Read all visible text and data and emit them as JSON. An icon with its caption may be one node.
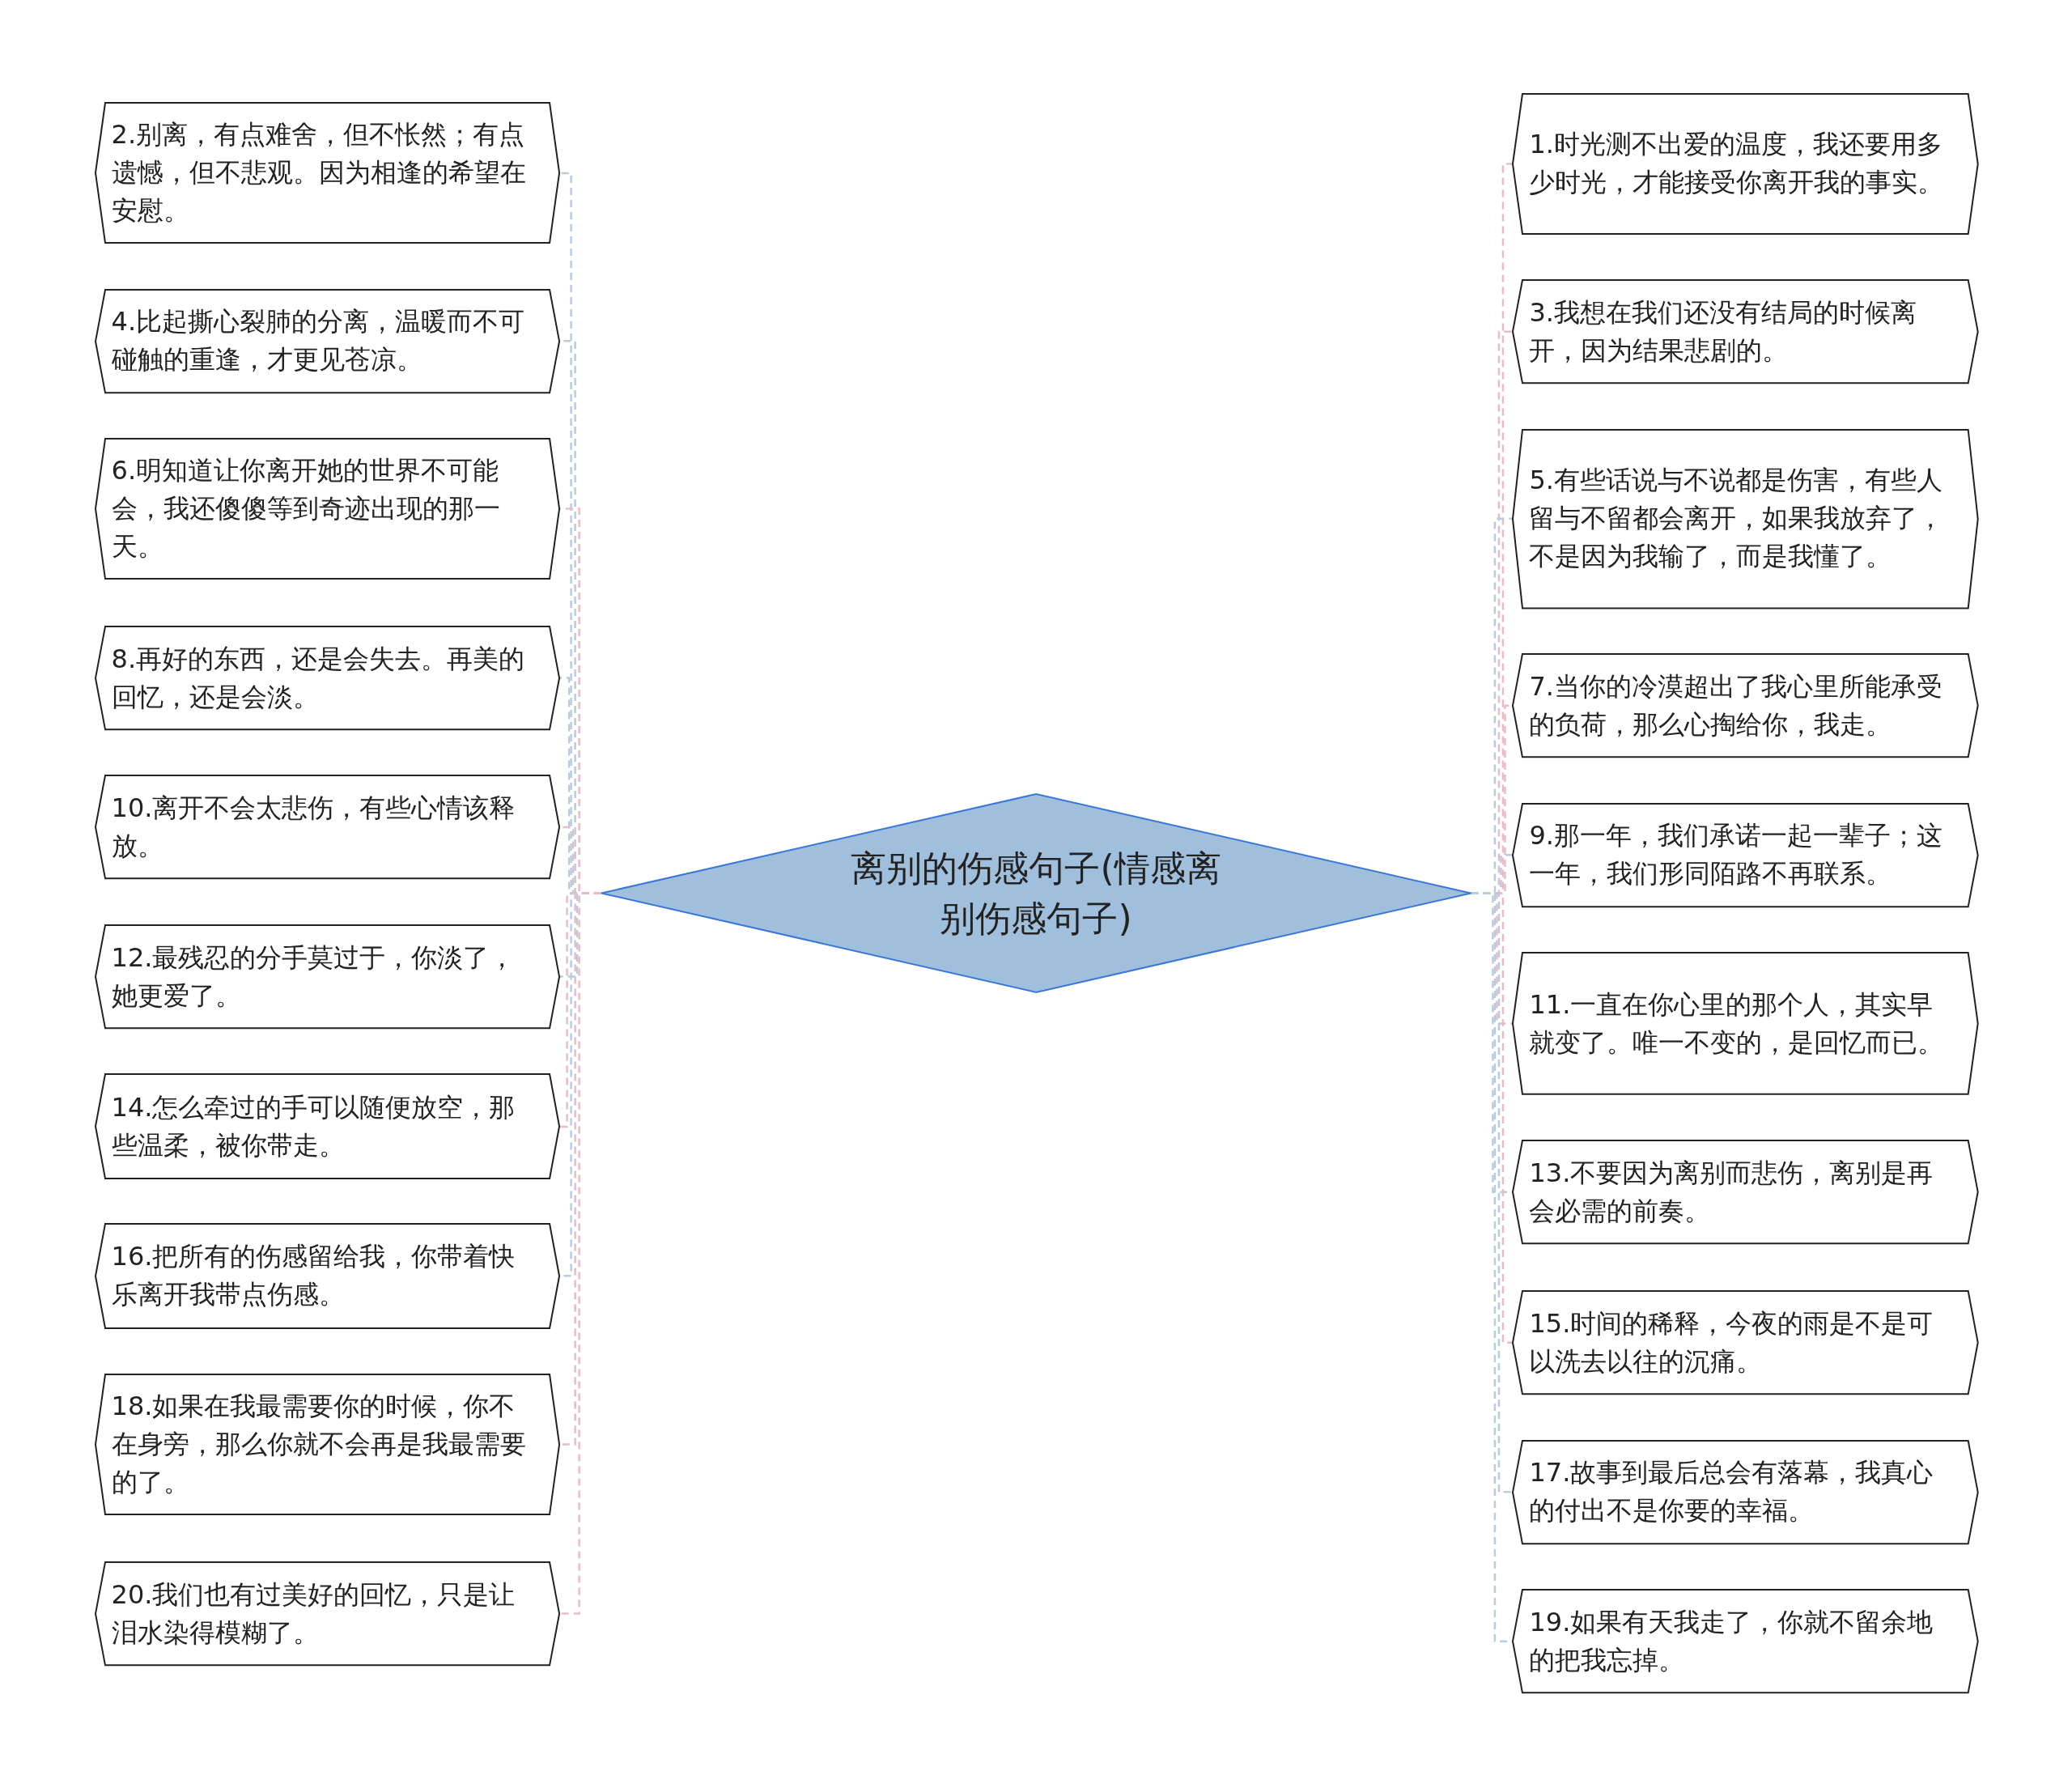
{
  "diagram": {
    "nodes": [
      {
        "text": [
          "离别的伤感句子(情感离别伤感句子)"
        ]
      },
      {
        "text": [
          "1.时光测不出爱的温度，我还要用多少时光，才能接受你离开我的事实。"
        ]
      },
      {
        "text": [
          "2.别离，有点难舍，但不怅然；有点遗憾，但不悲观。因为相逢的希望在安慰。"
        ]
      },
      {
        "text": [
          "3.我想在我们还没有结局的时候离开，因为结果悲剧的。"
        ]
      },
      {
        "text": [
          "4.比起撕心裂肺的分离，温暖而不可碰触的重逢，才更见苍凉。"
        ]
      },
      {
        "text": [
          "5.有些话说与不说都是伤害，有些人留与不留都会离开，如果我放弃了，不是因为我输了，而是我懂了。"
        ]
      },
      {
        "text": [
          "6.明知道让你离开她的世界不可能会，我还傻傻等到奇迹出现的那一天。"
        ]
      },
      {
        "text": [
          "7.当你的冷漠超出了我心里所能承受的负荷，那么心掏给你，我走。"
        ]
      },
      {
        "text": [
          "8.再好的东西，还是会失去。再美的回忆，还是会淡。"
        ]
      },
      {
        "text": [
          "9.那一年，我们承诺一起一辈子；这一年，我们形同陌路不再联系。"
        ]
      },
      {
        "text": [
          "10.离开不会太悲伤，有些心情该释放。"
        ]
      },
      {
        "text": [
          "11.一直在你心里的那个人，其实早就变了。唯一不变的，是回忆而已。"
        ]
      },
      {
        "text": [
          "12.最残忍的分手莫过于，你淡了，她更爱了。"
        ]
      },
      {
        "text": [
          "13.不要因为离别而悲伤，离别是再会必需的前奏。"
        ]
      },
      {
        "text": [
          "14.怎么牵过的手可以随便放空，那些温柔，被你带走。"
        ]
      },
      {
        "text": [
          "15.时间的稀释，今夜的雨是不是可以洗去以往的沉痛。"
        ]
      },
      {
        "text": [
          "16.把所有的伤感留给我，你带着快乐离开我带点伤感。"
        ]
      },
      {
        "text": [
          "17.故事到最后总会有落幕，我真心的付出不是你要的幸福。"
        ]
      },
      {
        "text": [
          "18.如果在我最需要你的时候，你不在身旁，那么你就不会再是我最需要的了。"
        ]
      },
      {
        "text": [
          "19.如果有天我走了，你就不留余地的把我忘掉。"
        ]
      },
      {
        "text": [
          "20.我们也有过美好的回忆，只是让泪水染得模糊了。"
        ]
      }
    ],
    "edges": [
      {
        "from": 0,
        "to": 1,
        "arrow": "none",
        "style": "dashed",
        "color": "#e8bcc4"
      },
      {
        "from": 0,
        "to": 2,
        "arrow": "none",
        "style": "dashed",
        "color": "#b8cce0"
      },
      {
        "from": 0,
        "to": 3,
        "arrow": "none",
        "style": "dashed",
        "color": "#e8bcc4"
      },
      {
        "from": 0,
        "to": 4,
        "arrow": "none",
        "style": "dashed",
        "color": "#b8cce0"
      },
      {
        "from": 0,
        "to": 5,
        "arrow": "none",
        "style": "dashed",
        "color": "#b8cce0"
      },
      {
        "from": 0,
        "to": 6,
        "arrow": "none",
        "style": "dashed",
        "color": "#e8bcc4"
      },
      {
        "from": 0,
        "to": 7,
        "arrow": "none",
        "style": "dashed",
        "color": "#e8bcc4"
      },
      {
        "from": 0,
        "to": 8,
        "arrow": "none",
        "style": "dashed",
        "color": "#b8cce0"
      },
      {
        "from": 0,
        "to": 9,
        "arrow": "none",
        "style": "dashed",
        "color": "#b8cce0"
      },
      {
        "from": 0,
        "to": 10,
        "arrow": "none",
        "style": "dashed",
        "color": "#e8bcc4"
      },
      {
        "from": 0,
        "to": 11,
        "arrow": "none",
        "style": "dashed",
        "color": "#e8bcc4"
      },
      {
        "from": 0,
        "to": 12,
        "arrow": "none",
        "style": "dashed",
        "color": "#b8cce0"
      },
      {
        "from": 0,
        "to": 13,
        "arrow": "none",
        "style": "dashed",
        "color": "#b8cce0"
      },
      {
        "from": 0,
        "to": 14,
        "arrow": "none",
        "style": "dashed",
        "color": "#e8bcc4"
      },
      {
        "from": 0,
        "to": 15,
        "arrow": "none",
        "style": "dashed",
        "color": "#e8bcc4"
      },
      {
        "from": 0,
        "to": 16,
        "arrow": "none",
        "style": "dashed",
        "color": "#b8cce0"
      },
      {
        "from": 0,
        "to": 17,
        "arrow": "none",
        "style": "dashed",
        "color": "#b8cce0"
      },
      {
        "from": 0,
        "to": 18,
        "arrow": "none",
        "style": "dashed",
        "color": "#e8bcc4"
      },
      {
        "from": 0,
        "to": 19,
        "arrow": "none",
        "style": "dashed",
        "color": "#b8cce0"
      },
      {
        "from": 0,
        "to": 20,
        "arrow": "none",
        "style": "dashed",
        "color": "#e8bcc4"
      }
    ]
  }
}
